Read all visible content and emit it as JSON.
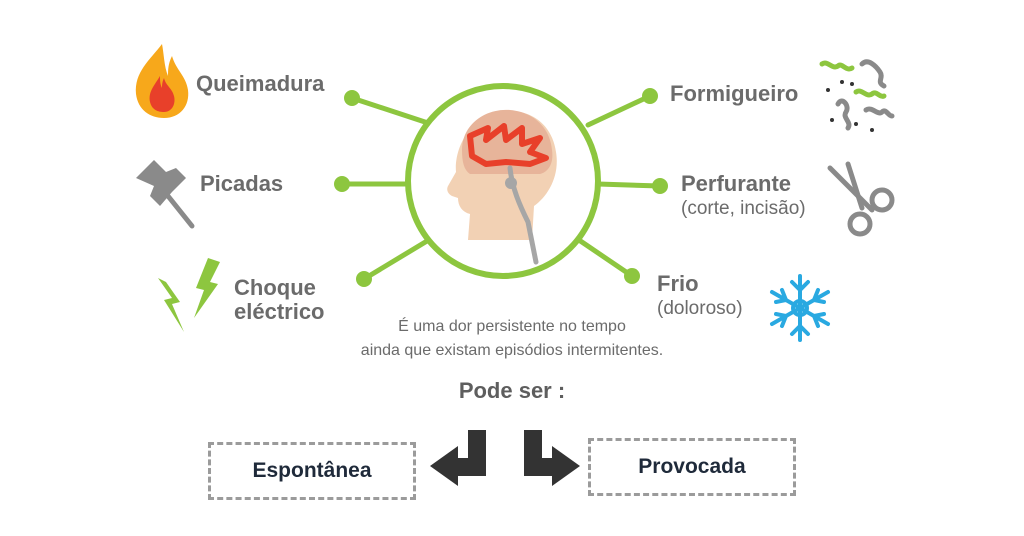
{
  "pain_types": {
    "queimadura": "Queimadura",
    "picadas": "Picadas",
    "choque_line1": "Choque",
    "choque_line2": "eléctrico",
    "formigueiro": "Formigueiro",
    "perfurante": "Perfurante",
    "perfurante_sub": "(corte, incisão)",
    "frio": "Frio",
    "frio_sub": "(doloroso)"
  },
  "description_line1": "É uma dor persistente no tempo",
  "description_line2": "ainda que existam episódios intermitentes.",
  "pode_ser": "Pode ser :",
  "options": {
    "left": "Espontânea",
    "right": "Provocada"
  },
  "colors": {
    "accent_green": "#8dc63f",
    "text_gray": "#6b6b6b",
    "dark_text": "#1f2a3a",
    "flame_orange": "#f7a81b",
    "flame_red": "#e8402a",
    "snow_blue": "#29a9e1",
    "tool_gray": "#8a8a8a"
  },
  "icons": {
    "center": "head-brain-icon",
    "queimadura": "flame-icon",
    "picadas": "pushpin-icon",
    "choque": "lightning-icon",
    "formigueiro": "squiggles-icon",
    "perfurante": "scissors-icon",
    "frio": "snowflake-icon"
  }
}
